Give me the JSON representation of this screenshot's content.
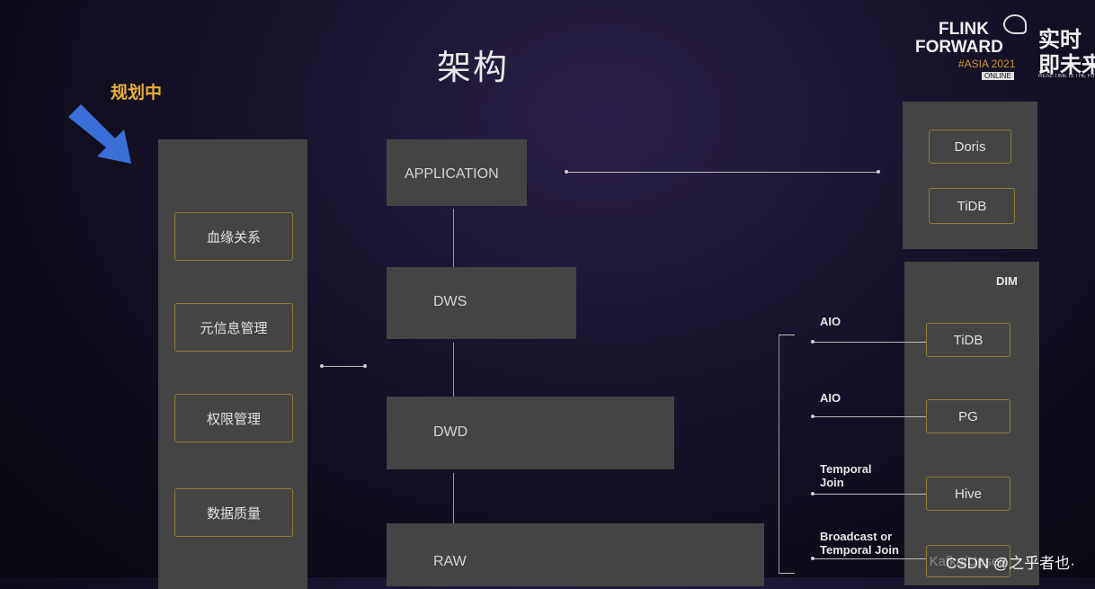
{
  "title": "架构",
  "planning_label": "规划中",
  "logo": {
    "line1": "FLINK",
    "line2": "FORWARD",
    "line3": "#ASIA 2021",
    "badge": "ONLINE",
    "cn1": "实时",
    "cn2": "即未来",
    "tagline": "REAL-TIME IS THE FUTURE"
  },
  "governance": [
    "血缘关系",
    "元信息管理",
    "权限管理",
    "数据质量"
  ],
  "layers": {
    "app": "APPLICATION",
    "dws": "DWS",
    "dwd": "DWD",
    "raw": "RAW"
  },
  "serving": [
    "Doris",
    "TiDB"
  ],
  "dim": {
    "title": "DIM",
    "items": [
      "TiDB",
      "PG",
      "Hive",
      "Kafka/Upsert"
    ]
  },
  "joins": [
    "AIO",
    "AIO",
    "Temporal Join",
    "Broadcast or Temporal Join"
  ],
  "watermark": "CSDN @之乎者也·",
  "colors": {
    "accent_gold": "#e8b030",
    "arrow_blue": "#3a6fd8",
    "box_gray": "#444444"
  }
}
